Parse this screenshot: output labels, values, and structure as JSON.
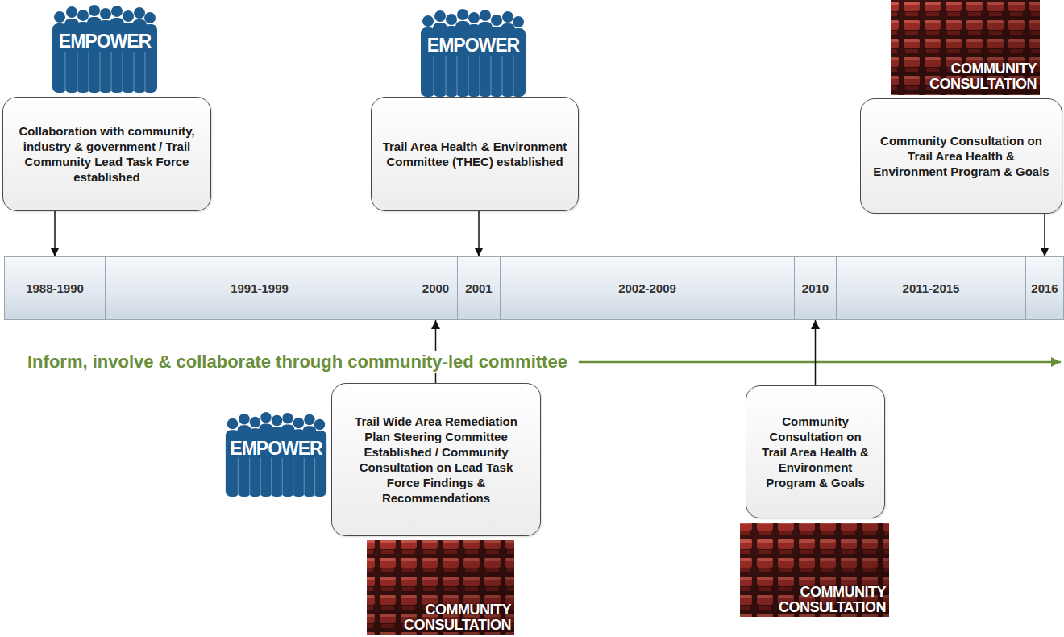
{
  "diagram": {
    "nodes": [
      {
        "text": [
          "Collaboration with community, industry & government / Trail Community Lead Task Force established"
        ]
      },
      {
        "text": [
          "Trail Area Health & Environment Committee (THEC) established"
        ]
      },
      {
        "text": [
          "Community Consultation on Trail Area Health & Environment Program & Goals"
        ]
      },
      {
        "text": [
          "1988-1990"
        ]
      },
      {
        "text": [
          "1991-1999"
        ]
      },
      {
        "text": [
          "2000"
        ]
      },
      {
        "text": [
          "2001"
        ]
      },
      {
        "text": [
          "2002-2009"
        ]
      },
      {
        "text": [
          "2010"
        ]
      },
      {
        "text": [
          "2011-2015"
        ]
      },
      {
        "text": [
          "2016"
        ]
      },
      {
        "text": [
          "Trail Wide Area Remediation Plan Steering Committee Established / Community Consultation on Lead Task Force Findings & Recommendations"
        ]
      },
      {
        "text": [
          "Community Consultation on Trail Area Health & Environment Program & Goals"
        ]
      }
    ],
    "edges": [
      {
        "from": 0,
        "to": 3,
        "arrow": "to"
      },
      {
        "from": 1,
        "to": 6,
        "arrow": "to"
      },
      {
        "from": 2,
        "to": 10,
        "arrow": "to"
      },
      {
        "from": 11,
        "to": 5,
        "arrow": "to"
      },
      {
        "from": 12,
        "to": 8,
        "arrow": "to"
      }
    ],
    "labels": [
      "EMPOWER",
      "EMPOWER",
      "COMMUNITY CONSULTATION",
      "Inform, involve & collaborate through community-led committee",
      "EMPOWER",
      "COMMUNITY CONSULTATION",
      "COMMUNITY CONSULTATION"
    ]
  }
}
